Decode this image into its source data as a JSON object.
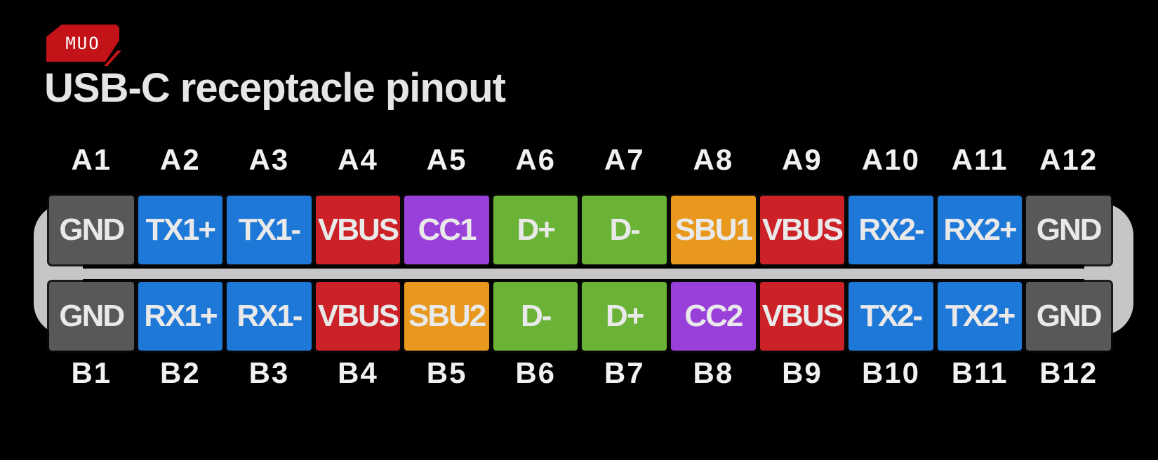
{
  "logo": {
    "label": "MUO",
    "badge_color": "#c41219",
    "text_color": "#ffffff"
  },
  "header": {
    "title": "USB-C receptacle pinout",
    "title_color": "#e5e5e5"
  },
  "colors": {
    "background": "#000000",
    "shell": "#c6c6c8",
    "pin_text": "#e9e9e9",
    "label_text": "#f1f1f1",
    "roles": {
      "ground": "#58585a",
      "data_pair": "#1e78d7",
      "power": "#cb2127",
      "cc": "#9a40da",
      "usb2": "#6ab337",
      "sbu": "#e8981c"
    }
  },
  "connector": {
    "rows": [
      {
        "id": "A",
        "label_side": "top",
        "pins": [
          {
            "pin": "A1",
            "signal": "GND",
            "role": "ground"
          },
          {
            "pin": "A2",
            "signal": "TX1+",
            "role": "data_pair"
          },
          {
            "pin": "A3",
            "signal": "TX1-",
            "role": "data_pair"
          },
          {
            "pin": "A4",
            "signal": "VBUS",
            "role": "power"
          },
          {
            "pin": "A5",
            "signal": "CC1",
            "role": "cc"
          },
          {
            "pin": "A6",
            "signal": "D+",
            "role": "usb2"
          },
          {
            "pin": "A7",
            "signal": "D-",
            "role": "usb2"
          },
          {
            "pin": "A8",
            "signal": "SBU1",
            "role": "sbu"
          },
          {
            "pin": "A9",
            "signal": "VBUS",
            "role": "power"
          },
          {
            "pin": "A10",
            "signal": "RX2-",
            "role": "data_pair"
          },
          {
            "pin": "A11",
            "signal": "RX2+",
            "role": "data_pair"
          },
          {
            "pin": "A12",
            "signal": "GND",
            "role": "ground"
          }
        ]
      },
      {
        "id": "B",
        "label_side": "bottom",
        "pins": [
          {
            "pin": "B1",
            "signal": "GND",
            "role": "ground"
          },
          {
            "pin": "B2",
            "signal": "RX1+",
            "role": "data_pair"
          },
          {
            "pin": "B3",
            "signal": "RX1-",
            "role": "data_pair"
          },
          {
            "pin": "B4",
            "signal": "VBUS",
            "role": "power"
          },
          {
            "pin": "B5",
            "signal": "SBU2",
            "role": "sbu"
          },
          {
            "pin": "B6",
            "signal": "D-",
            "role": "usb2"
          },
          {
            "pin": "B7",
            "signal": "D+",
            "role": "usb2"
          },
          {
            "pin": "B8",
            "signal": "CC2",
            "role": "cc"
          },
          {
            "pin": "B9",
            "signal": "VBUS",
            "role": "power"
          },
          {
            "pin": "B10",
            "signal": "TX2-",
            "role": "data_pair"
          },
          {
            "pin": "B11",
            "signal": "TX2+",
            "role": "data_pair"
          },
          {
            "pin": "B12",
            "signal": "GND",
            "role": "ground"
          }
        ]
      }
    ]
  }
}
